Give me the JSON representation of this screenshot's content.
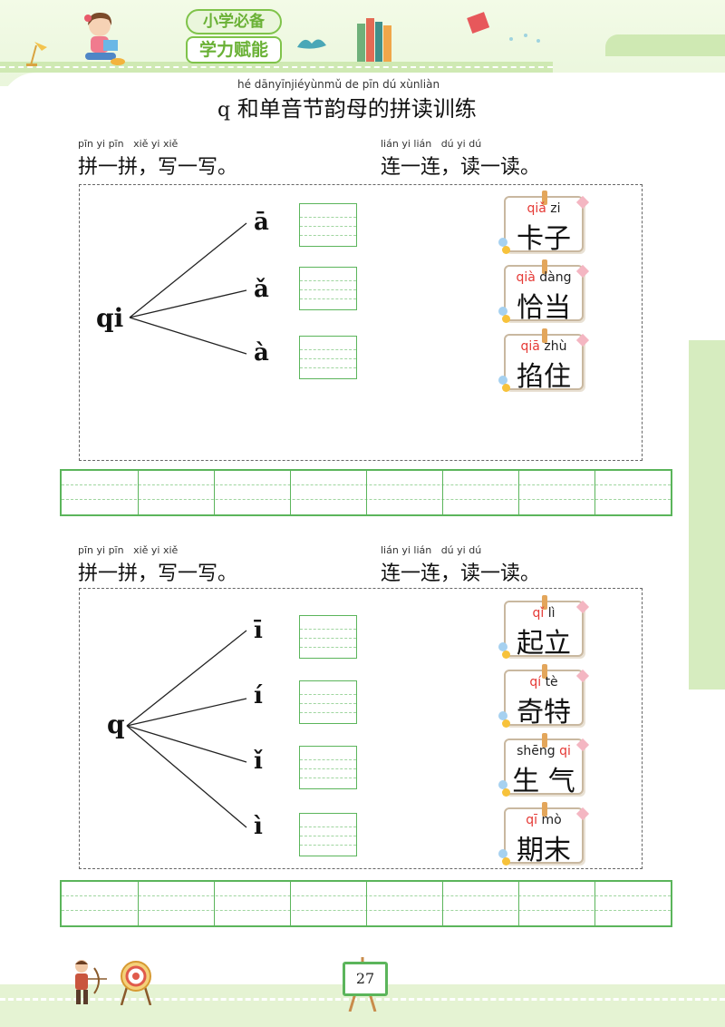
{
  "header": {
    "badge_line1": "小学必备",
    "badge_line2": "学力赋能",
    "title_pinyin": "hé dānyīnjiéyùnmǔ de pīn dú xùnliàn",
    "title_prefix": "q",
    "title_text": "和单音节韵母的拼读训练"
  },
  "sections": [
    {
      "left_pinyin": "pīn yi pīn   xiě yi xiě",
      "left_label": "拼一拼，写一写。",
      "right_pinyin": "lián yi lián   dú yi dú",
      "right_label": "连一连，读一读。",
      "initial": "qi",
      "vowels": [
        "ā",
        "ǎ",
        "à"
      ],
      "cards": [
        {
          "py_red": "qiǎ",
          "py_black": "zi",
          "hanzi": "卡子"
        },
        {
          "py_red": "qià",
          "py_black": "dàng",
          "hanzi": "恰当"
        },
        {
          "py_red": "qiā",
          "py_black": "zhù",
          "hanzi": "掐住"
        }
      ]
    },
    {
      "left_pinyin": "pīn yi pīn   xiě yi xiě",
      "left_label": "拼一拼，写一写。",
      "right_pinyin": "lián yi lián   dú yi dú",
      "right_label": "连一连，读一读。",
      "initial": "q",
      "vowels": [
        "ī",
        "í",
        "ǐ",
        "ì"
      ],
      "cards": [
        {
          "py_red": "qǐ",
          "py_black": "lì",
          "hanzi": "起立"
        },
        {
          "py_red": "qí",
          "py_black": "tè",
          "hanzi": "奇特"
        },
        {
          "py_red_after": "qi",
          "py_black_first": "shēng",
          "hanzi": "生 气"
        },
        {
          "py_red": "qī",
          "py_black": "mò",
          "hanzi": "期末"
        }
      ]
    }
  ],
  "footer": {
    "page_number": "27"
  }
}
